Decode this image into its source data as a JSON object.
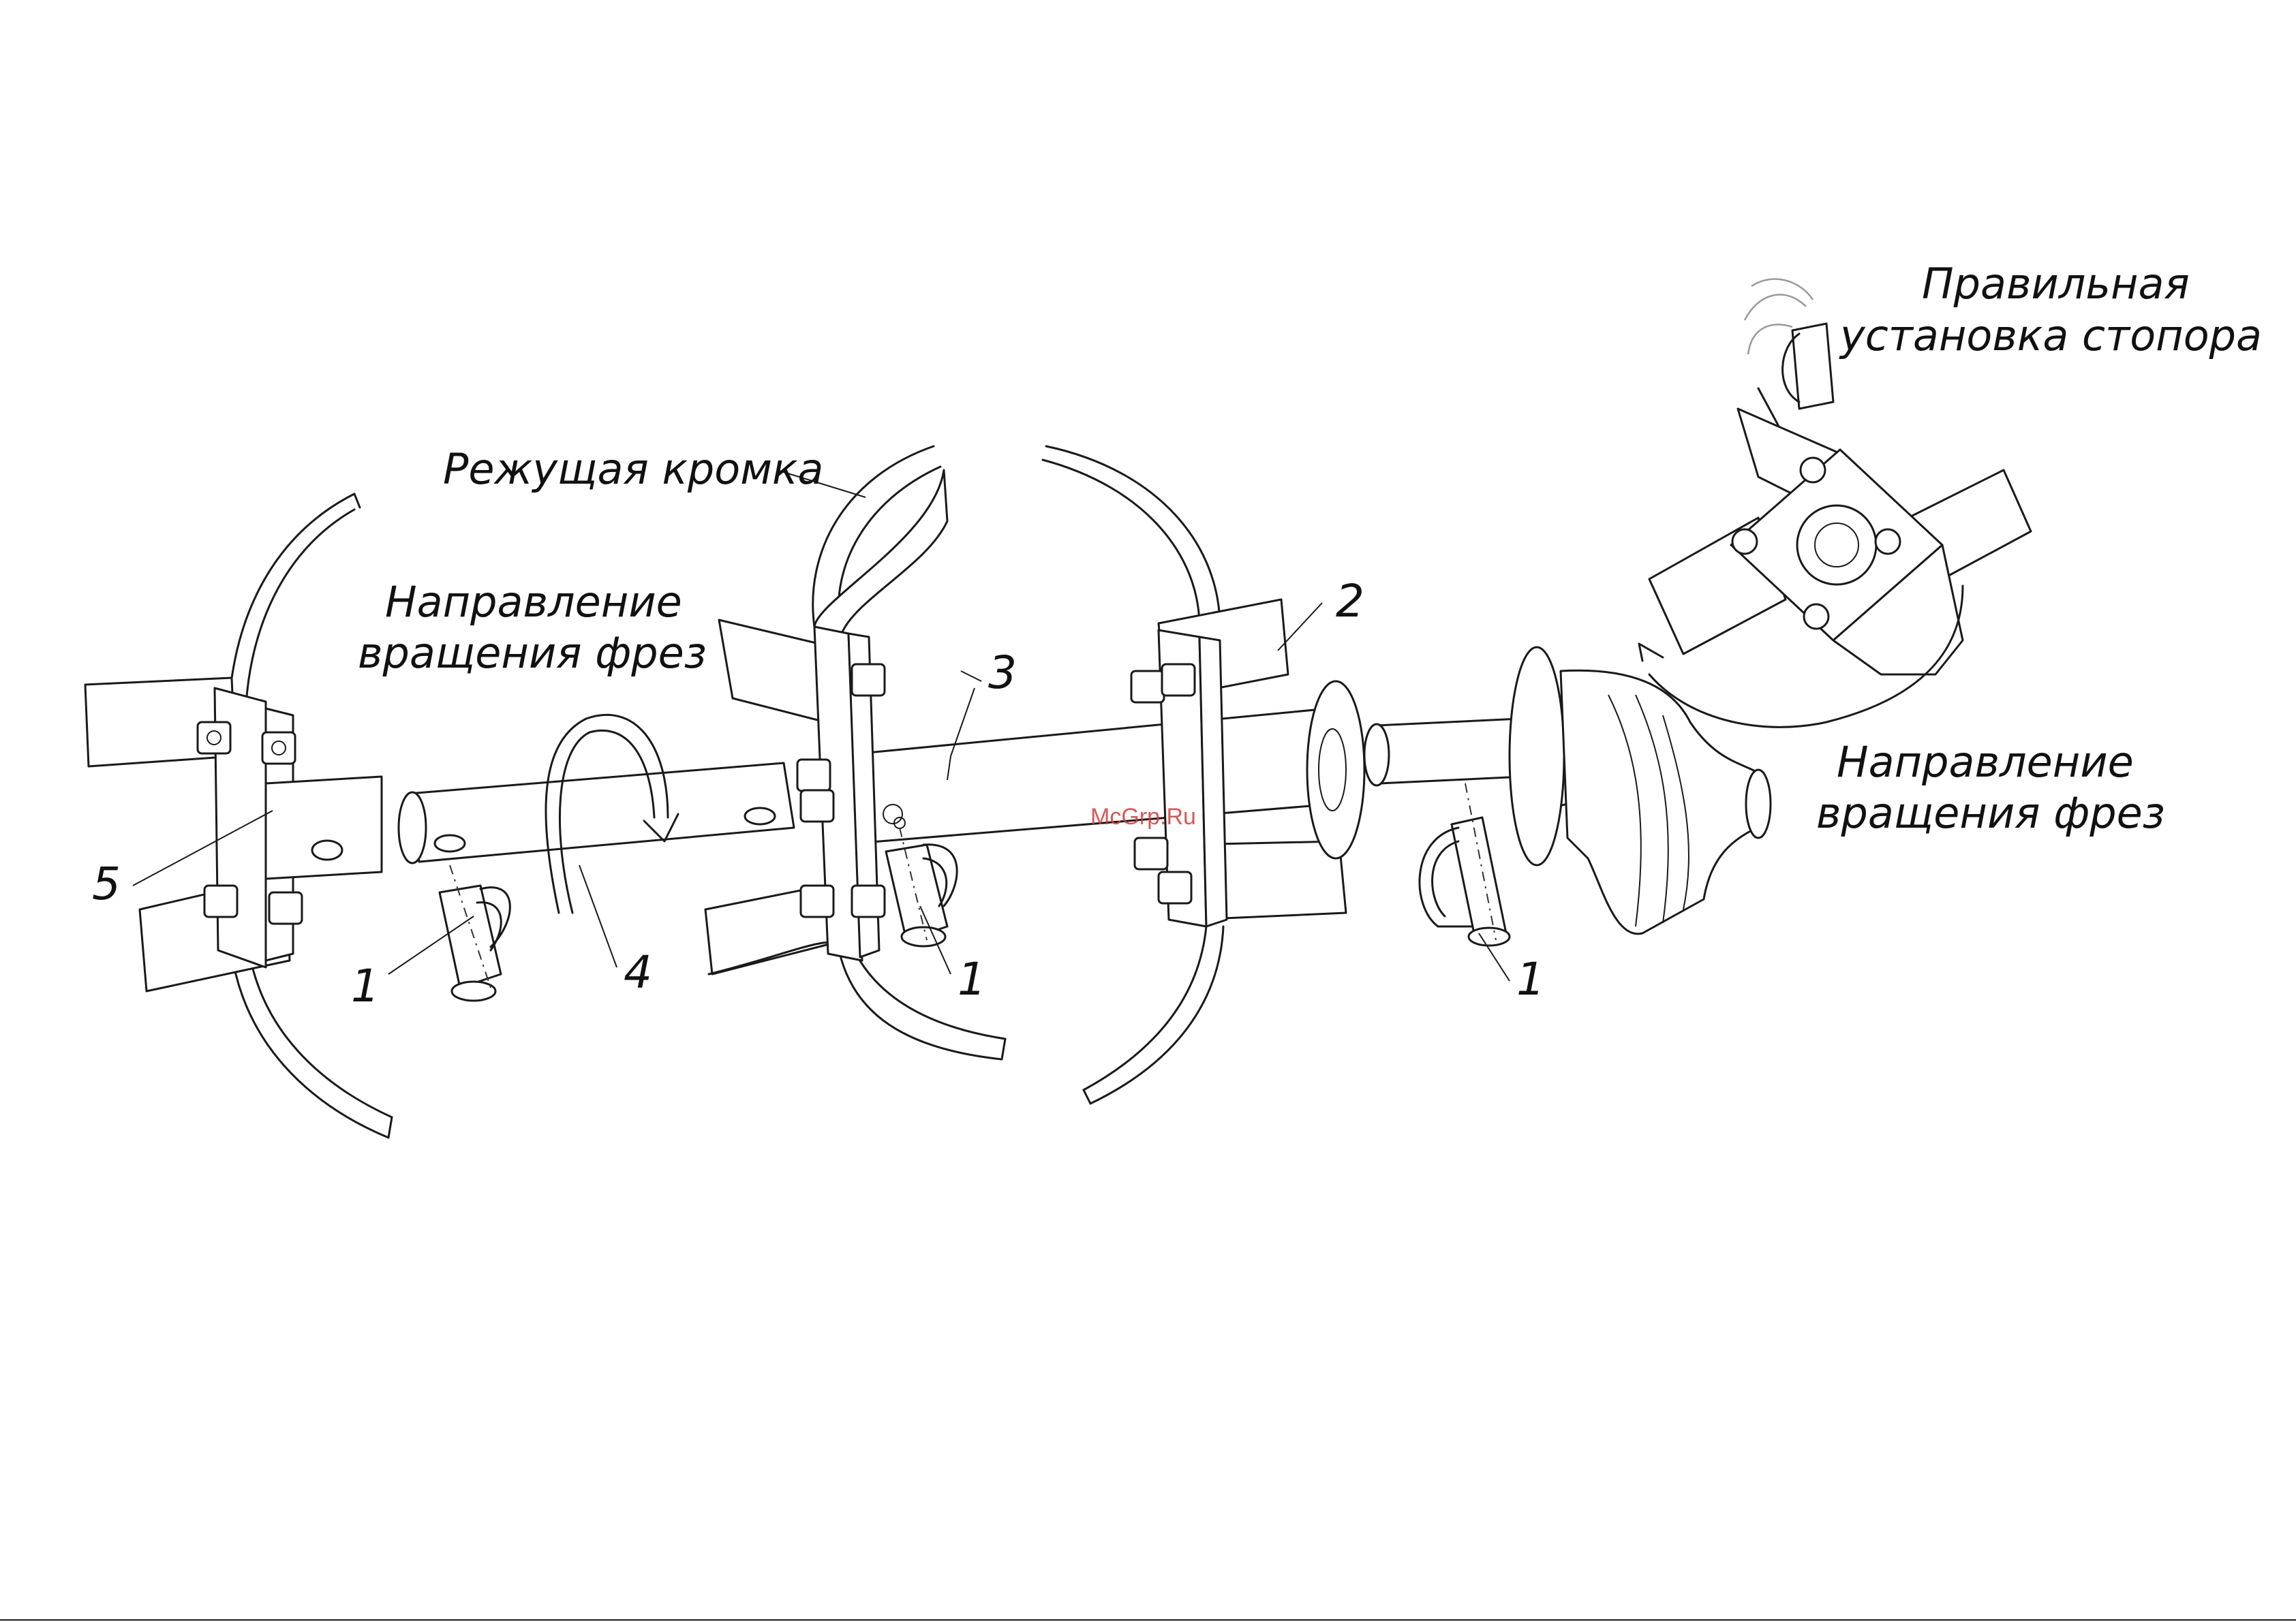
{
  "labels": {
    "cutting_edge": "Режущая кромка",
    "rotation_left_line1": "Направление",
    "rotation_left_line2": "вращения фрез",
    "rotation_right_line1": "Направление",
    "rotation_right_line2": "вращения фрез",
    "correct_install_line1": "Правильная",
    "correct_install_line2": "установка стопора"
  },
  "callouts": {
    "n1a": "1",
    "n1b": "1",
    "n1c": "1",
    "n2": "2",
    "n3": "3",
    "n4": "4",
    "n5": "5"
  },
  "watermark": "McGrp.Ru"
}
